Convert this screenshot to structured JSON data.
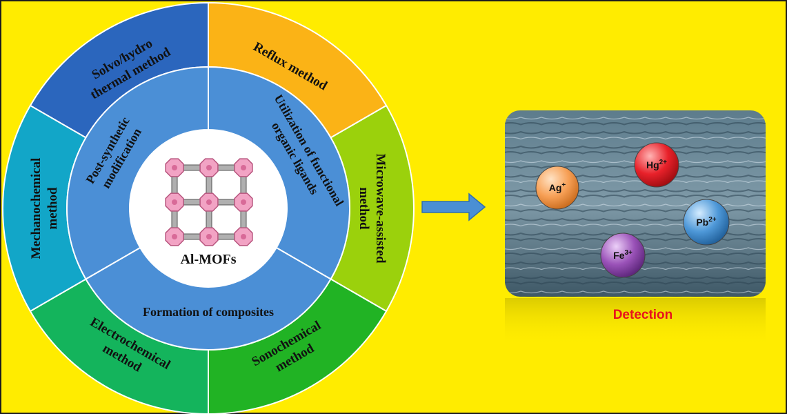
{
  "center": {
    "label": "Al-MOFs"
  },
  "methods": [
    {
      "id": "solvo",
      "lines": [
        "Solvo/hydro",
        "thermal method"
      ],
      "color": "#2b66bd"
    },
    {
      "id": "reflux",
      "lines": [
        "Reflux method"
      ],
      "color": "#fbb316"
    },
    {
      "id": "microwave",
      "lines": [
        "Microwave-assisted",
        "method"
      ],
      "color": "#9bd10c"
    },
    {
      "id": "sonochemical",
      "lines": [
        "Sonochemical",
        "method"
      ],
      "color": "#21b324"
    },
    {
      "id": "electrochemical",
      "lines": [
        "Electrochemical",
        "method"
      ],
      "color": "#14b45c"
    },
    {
      "id": "mechanochemical",
      "lines": [
        "Mechanochemical",
        "method"
      ],
      "color": "#12a6c8"
    }
  ],
  "strategies": [
    {
      "id": "post-synthetic",
      "lines": [
        "Post-synthetic",
        "modification"
      ]
    },
    {
      "id": "ligands",
      "lines": [
        "Utilization of functional",
        "organic ligands"
      ]
    },
    {
      "id": "composites",
      "lines": [
        "Formation of composites"
      ]
    }
  ],
  "ions": [
    {
      "id": "ag",
      "base": "Ag",
      "sup": "+",
      "color": "#f7a056"
    },
    {
      "id": "hg",
      "base": "Hg",
      "sup": "2+",
      "color": "#e8212a"
    },
    {
      "id": "pb",
      "base": "Pb",
      "sup": "2+",
      "color": "#4e98d8"
    },
    {
      "id": "fe",
      "base": "Fe",
      "sup": "3+",
      "color": "#9a52b8"
    }
  ],
  "detection": {
    "label": "Detection"
  },
  "colors": {
    "background": "#ffec00",
    "inner_ring": "#4b8fd6",
    "arrow": "#4a8fd4",
    "detection_text": "#e8141c"
  }
}
